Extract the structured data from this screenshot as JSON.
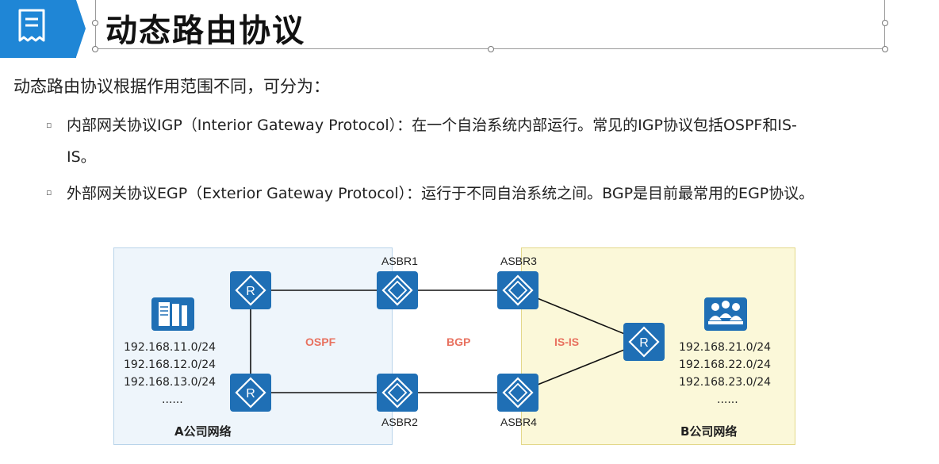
{
  "header": {
    "title": "动态路由协议"
  },
  "content": {
    "intro": "动态路由协议根据作用范围不同，可分为：",
    "bullets": [
      {
        "line1": "内部网关协议IGP（Interior Gateway Protocol）：在一个自治系统内部运行。常见的IGP协议包括OSPF和IS-",
        "line2": "IS。"
      },
      {
        "line1": "外部网关协议EGP（Exterior Gateway Protocol）：运行于不同自治系统之间。BGP是目前最常用的EGP协议。"
      }
    ],
    "bullet_glyph": "▫"
  },
  "diagram": {
    "routers": {
      "asbr1": "ASBR1",
      "asbr2": "ASBR2",
      "asbr3": "ASBR3",
      "asbr4": "ASBR4"
    },
    "protocols": {
      "ospf": "OSPF",
      "bgp": "BGP",
      "isis": "IS-IS"
    },
    "network_a": {
      "name": "A公司网络",
      "ips": [
        "192.168.11.0/24",
        "192.168.12.0/24",
        "192.168.13.0/24",
        "......"
      ]
    },
    "network_b": {
      "name": "B公司网络",
      "ips": [
        "192.168.21.0/24",
        "192.168.22.0/24",
        "192.168.23.0/24",
        "......"
      ]
    },
    "colors": {
      "router": "#1f6fb5",
      "accent": "#1f86d6",
      "protocol_label": "#e8715f",
      "zone_a": "#eef5fb",
      "zone_b": "#fbf8d9"
    },
    "icons": {
      "router": "router-icon",
      "server": "server-icon",
      "users": "users-icon"
    }
  }
}
